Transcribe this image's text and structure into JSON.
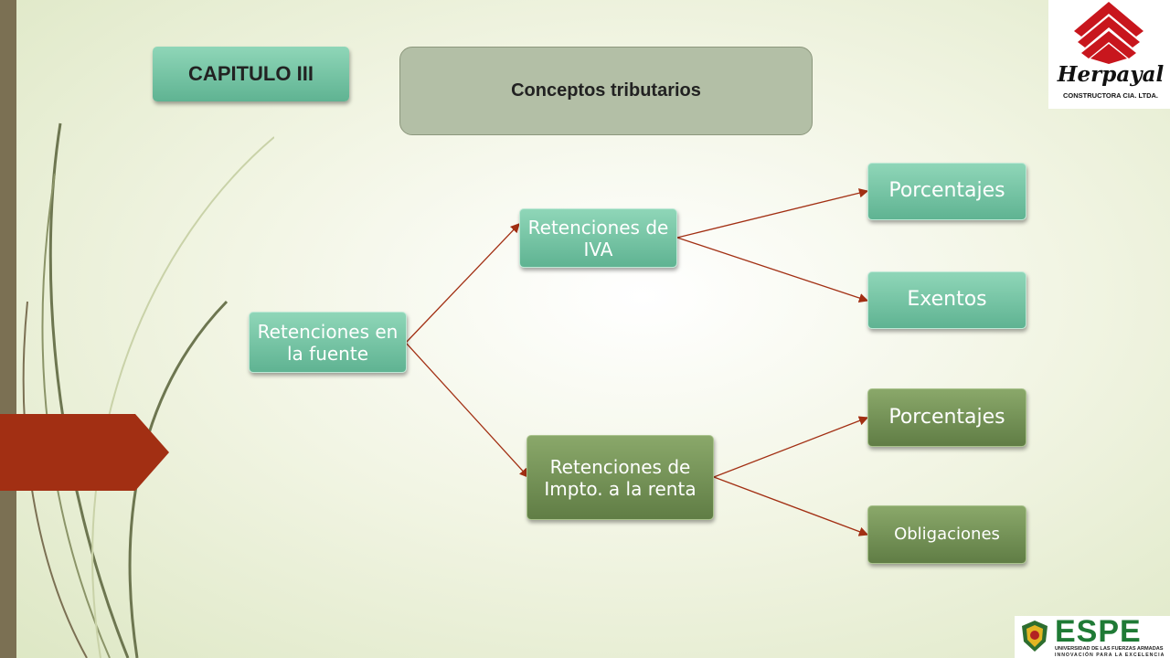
{
  "header": {
    "chapter": "CAPITULO III",
    "topic": "Conceptos tributarios"
  },
  "diagram": {
    "root": "Retenciones en la fuente",
    "iva": {
      "label": "Retenciones de IVA",
      "children": [
        "Porcentajes",
        "Exentos"
      ]
    },
    "renta": {
      "label": "Retenciones de Impto. a la renta",
      "children": [
        "Porcentajes",
        "Obligaciones"
      ]
    }
  },
  "logos": {
    "herpayal": {
      "name": "Herpayal",
      "subtitle": "CONSTRUCTORA CIA. LTDA."
    },
    "espe": {
      "name": "ESPE",
      "line1": "UNIVERSIDAD DE LAS FUERZAS ARMADAS",
      "line2": "INNOVACIÓN PARA LA EXCELENCIA"
    }
  },
  "colors": {
    "teal_box": "#6fc3a0",
    "olive_box": "#6f8c52",
    "connector": "#a22f13",
    "accent_arrow": "#a22f13",
    "header_box": "#b3bfa6"
  }
}
